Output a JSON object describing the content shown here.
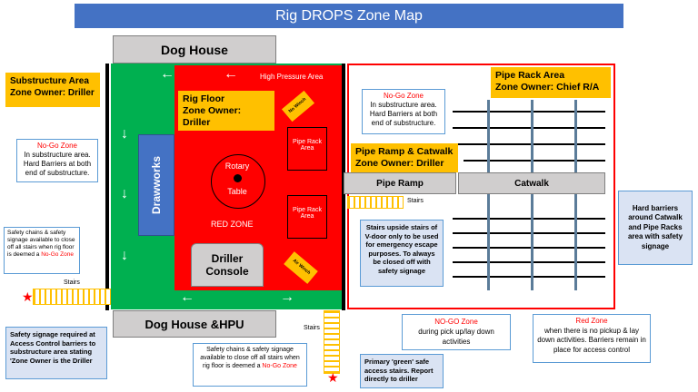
{
  "title": "Rig DROPS Zone Map",
  "dog_house": "Dog House",
  "dog_house_hpu": "Dog House &HPU",
  "high_pressure_area": "High Pressure  Area",
  "rig_floor": {
    "line1": "Rig Floor",
    "line2": "Zone Owner: Driller"
  },
  "substructure": {
    "line1": "Substructure Area",
    "line2": "Zone Owner: Driller"
  },
  "pipe_rack_area": {
    "line1": "Pipe Rack Area",
    "line2": "Zone Owner: Chief R/A"
  },
  "pipe_ramp_catwalk": {
    "line1": "Pipe Ramp & Catwalk",
    "line2": "Zone Owner: Driller"
  },
  "drawworks": "Drawworks",
  "rotary_table": {
    "line1": "Rotary",
    "line2": "Table"
  },
  "red_zone_label": "RED ZONE",
  "pipe_rack_area_small1": {
    "line1": "Pipe Rack",
    "line2": "Area"
  },
  "pipe_rack_area_small2": {
    "line1": "Pipe Rack",
    "line2": "Area"
  },
  "driller_console": {
    "line1": "Driller",
    "line2": "Console"
  },
  "no_winch": "No Winch",
  "air_winch": "Air Winch",
  "pipe_ramp": "Pipe Ramp",
  "catwalk": "Catwalk",
  "stairs_labels": [
    "Stairs",
    "Stairs",
    "Stairs"
  ],
  "nogo_left": {
    "title": "No-Go Zone",
    "body": "In substructure area. Hard Barriers at both end of substructure."
  },
  "nogo_right": {
    "title": "No-Go Zone",
    "body": "In substructure area. Hard Barriers at both end of substructure."
  },
  "safety_chains_left": {
    "body": "Safety chains & safety signage available to close off all stairs when rig floor is deemed a",
    "zone": "No-Go Zone"
  },
  "safety_chains_bottom": {
    "body": "Safety chains & safety signage available to close off all stairs when rig floor is deemed a",
    "zone": "No-Go Zone"
  },
  "stairs_upside_note": "Stairs upside stairs of V-door only to be used for emergency escape purposes. To always be closed off with safety signage",
  "hard_barriers_note": "Hard barriers around Catwalk and Pipe Racks area with safety signage",
  "safety_signage_note": "Safety signage required at Access Control barriers to substructure area stating 'Zone Owner is the Driller",
  "primary_stairs_note": "Primary 'green' safe access stairs. Report directly to driller",
  "nogo_bottom": {
    "title": "NO-GO Zone",
    "body": "during pick up/lay down activities"
  },
  "red_zone_bottom": {
    "title": "Red Zone",
    "body": "when there is no pickup & lay down activities. Barriers remain in place for access control"
  },
  "colors": {
    "green": "#00b050",
    "red": "#ff0000",
    "orange": "#ffc000",
    "blue": "#4472c4",
    "grey": "#d0cece"
  }
}
